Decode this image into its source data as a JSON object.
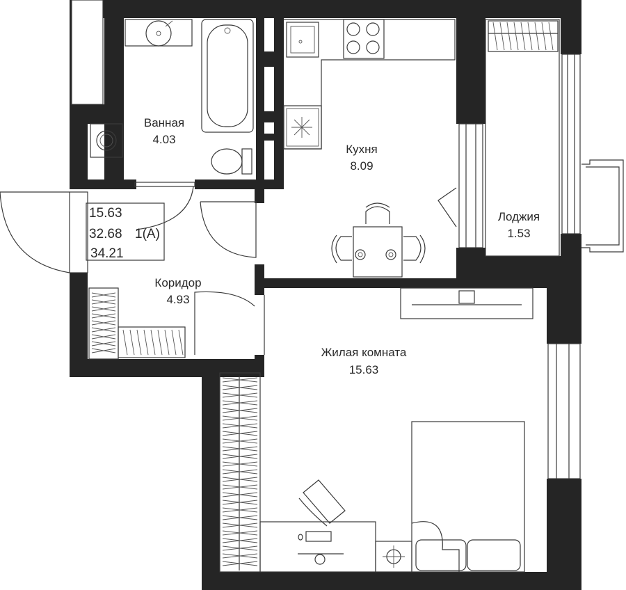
{
  "rooms": {
    "bathroom": {
      "name": "Ванная",
      "area": "4.03"
    },
    "kitchen": {
      "name": "Кухня",
      "area": "8.09"
    },
    "loggia": {
      "name": "Лоджия",
      "area": "1.53"
    },
    "corridor": {
      "name": "Коридор",
      "area": "4.93"
    },
    "living": {
      "name": "Жилая комната",
      "area": "15.63"
    }
  },
  "summary": {
    "living_area": "15.63",
    "total_area": "32.68",
    "type": "1(А)",
    "total_with_loggia": "34.21"
  },
  "colors": {
    "wall": "#252525",
    "line": "#3a3a3a",
    "background": "#ffffff"
  }
}
